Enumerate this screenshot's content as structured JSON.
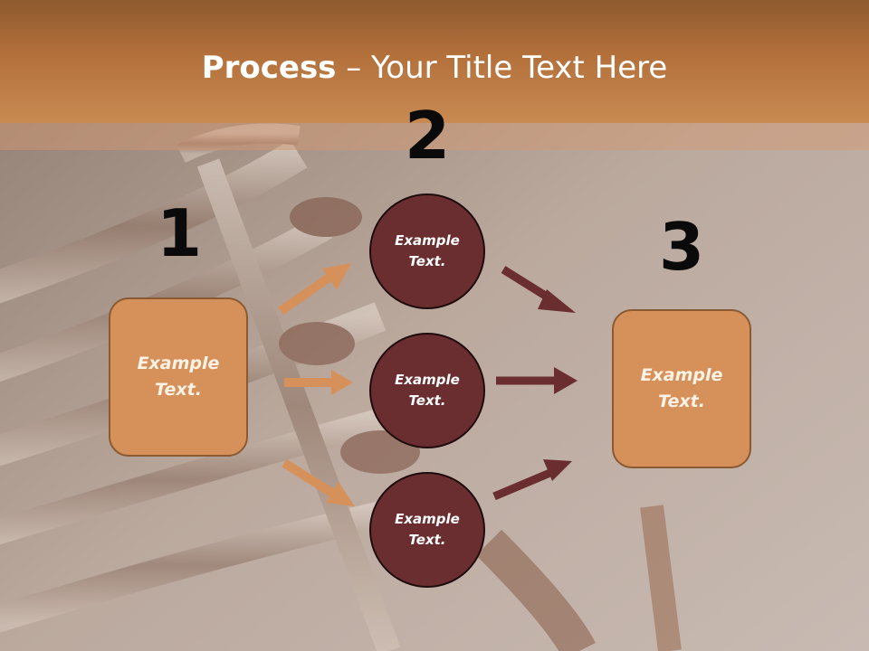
{
  "title": {
    "bold": "Process",
    "rest": " – Your Title Text Here"
  },
  "steps": [
    {
      "number": "1"
    },
    {
      "number": "2"
    },
    {
      "number": "3"
    }
  ],
  "input_box": {
    "text": "Example\nText."
  },
  "circles": [
    {
      "text": "Example\nText."
    },
    {
      "text": "Example\nText."
    },
    {
      "text": "Example\nText."
    }
  ],
  "output_box": {
    "text": "Example\nText."
  },
  "colors": {
    "header": "#b3703b",
    "box_fill": "#d6915a",
    "circle_fill": "#6b2e30",
    "arrow_in": "#d6915a",
    "arrow_out": "#6b2e30"
  }
}
